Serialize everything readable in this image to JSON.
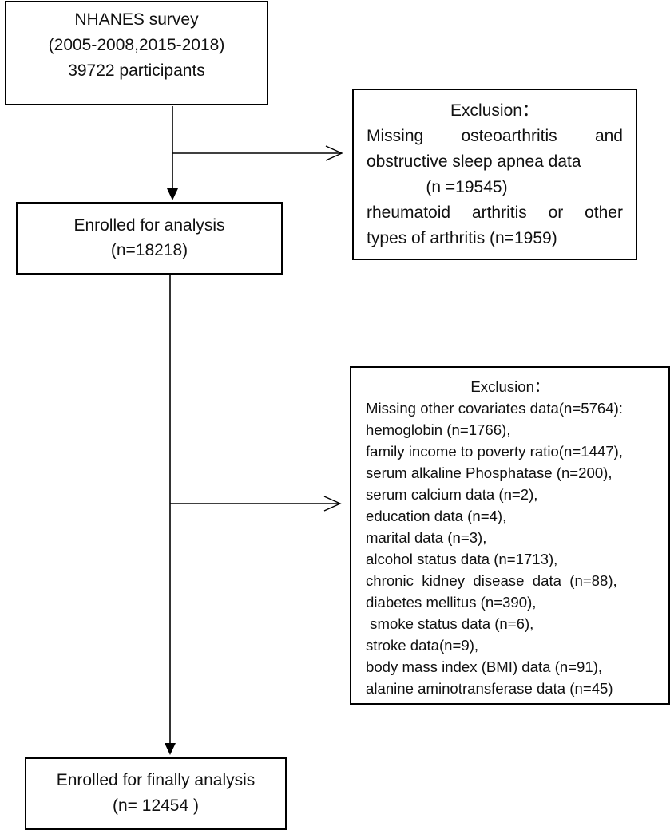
{
  "boxes": {
    "survey": {
      "lines": [
        "NHANES survey",
        "(2005-2008,2015-2018)",
        "39722 participants"
      ]
    },
    "exclusion1": {
      "heading": "Exclusion：",
      "lines": [
        [
          "Missing",
          "osteoarthritis",
          "and"
        ],
        "obstructive sleep apnea data",
        "(n =19545)",
        [
          "rheumatoid",
          "arthritis",
          "or",
          "other"
        ],
        "types of arthritis (n=1959)"
      ]
    },
    "enrolled": {
      "lines": [
        "Enrolled for analysis",
        "(n=18218)"
      ]
    },
    "exclusion2": {
      "heading": "Exclusion：",
      "lines": [
        "Missing other covariates data(n=5764):",
        "hemoglobin (n=1766),",
        "family income to poverty ratio(n=1447),",
        "serum alkaline Phosphatase (n=200),",
        "serum calcium data (n=2),",
        "education data (n=4),",
        "marital data (n=3),",
        "alcohol status data (n=1713),",
        "chronic  kidney  disease  data  (n=88),",
        "diabetes mellitus (n=390),",
        " smoke status data (n=6),",
        "stroke data(n=9),",
        "body mass index (BMI) data (n=91),",
        "alanine aminotransferase data (n=45)"
      ]
    },
    "final": {
      "lines": [
        "Enrolled for finally analysis",
        "(n= 12454 )"
      ]
    }
  }
}
